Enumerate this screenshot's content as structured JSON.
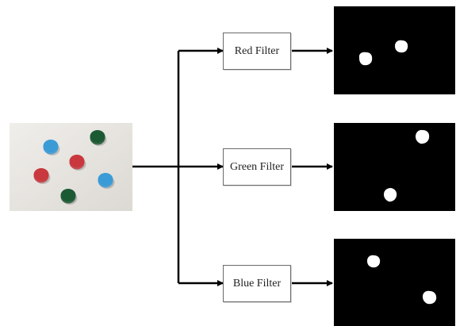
{
  "input_photo": {
    "caps": [
      {
        "color": "blue",
        "fill": "#3a9bd6"
      },
      {
        "color": "green",
        "fill": "#1c5a34"
      },
      {
        "color": "red",
        "fill": "#c8383e"
      },
      {
        "color": "red",
        "fill": "#c8383e"
      },
      {
        "color": "blue",
        "fill": "#3a9bd6"
      },
      {
        "color": "green",
        "fill": "#1c5a34"
      }
    ],
    "background": "#e8e6e2"
  },
  "filters": [
    {
      "label": "Red Filter",
      "output_blobs": 2
    },
    {
      "label": "Green Filter",
      "output_blobs": 2
    },
    {
      "label": "Blue Filter",
      "output_blobs": 2
    }
  ],
  "colors": {
    "line": "#000000",
    "box_border": "#6a6a6a",
    "mask_background": "#000000",
    "mask_foreground": "#ffffff"
  }
}
